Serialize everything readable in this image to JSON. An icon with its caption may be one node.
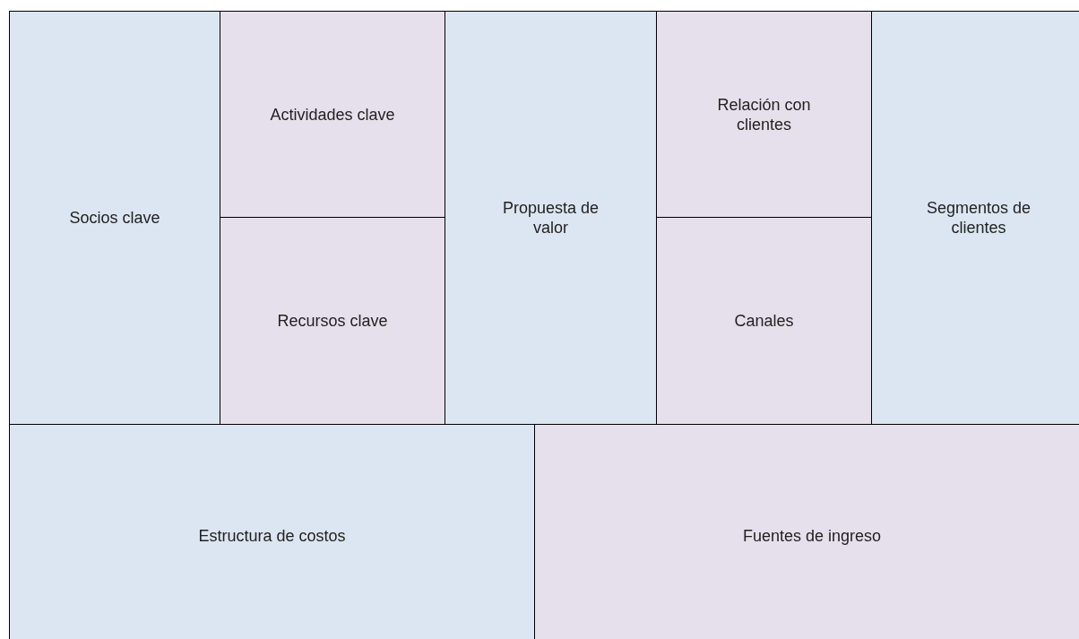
{
  "diagram": {
    "nodes": [
      {
        "text": [
          "Socios clave"
        ]
      },
      {
        "text": [
          "Actividades clave"
        ]
      },
      {
        "text": [
          "Recursos clave"
        ]
      },
      {
        "text": [
          "Propuesta de valor"
        ]
      },
      {
        "text": [
          "Relación con clientes"
        ]
      },
      {
        "text": [
          "Canales"
        ]
      },
      {
        "text": [
          "Segmentos de clientes"
        ]
      },
      {
        "text": [
          "Estructura de costos"
        ]
      },
      {
        "text": [
          "Fuentes de ingreso"
        ]
      }
    ]
  }
}
